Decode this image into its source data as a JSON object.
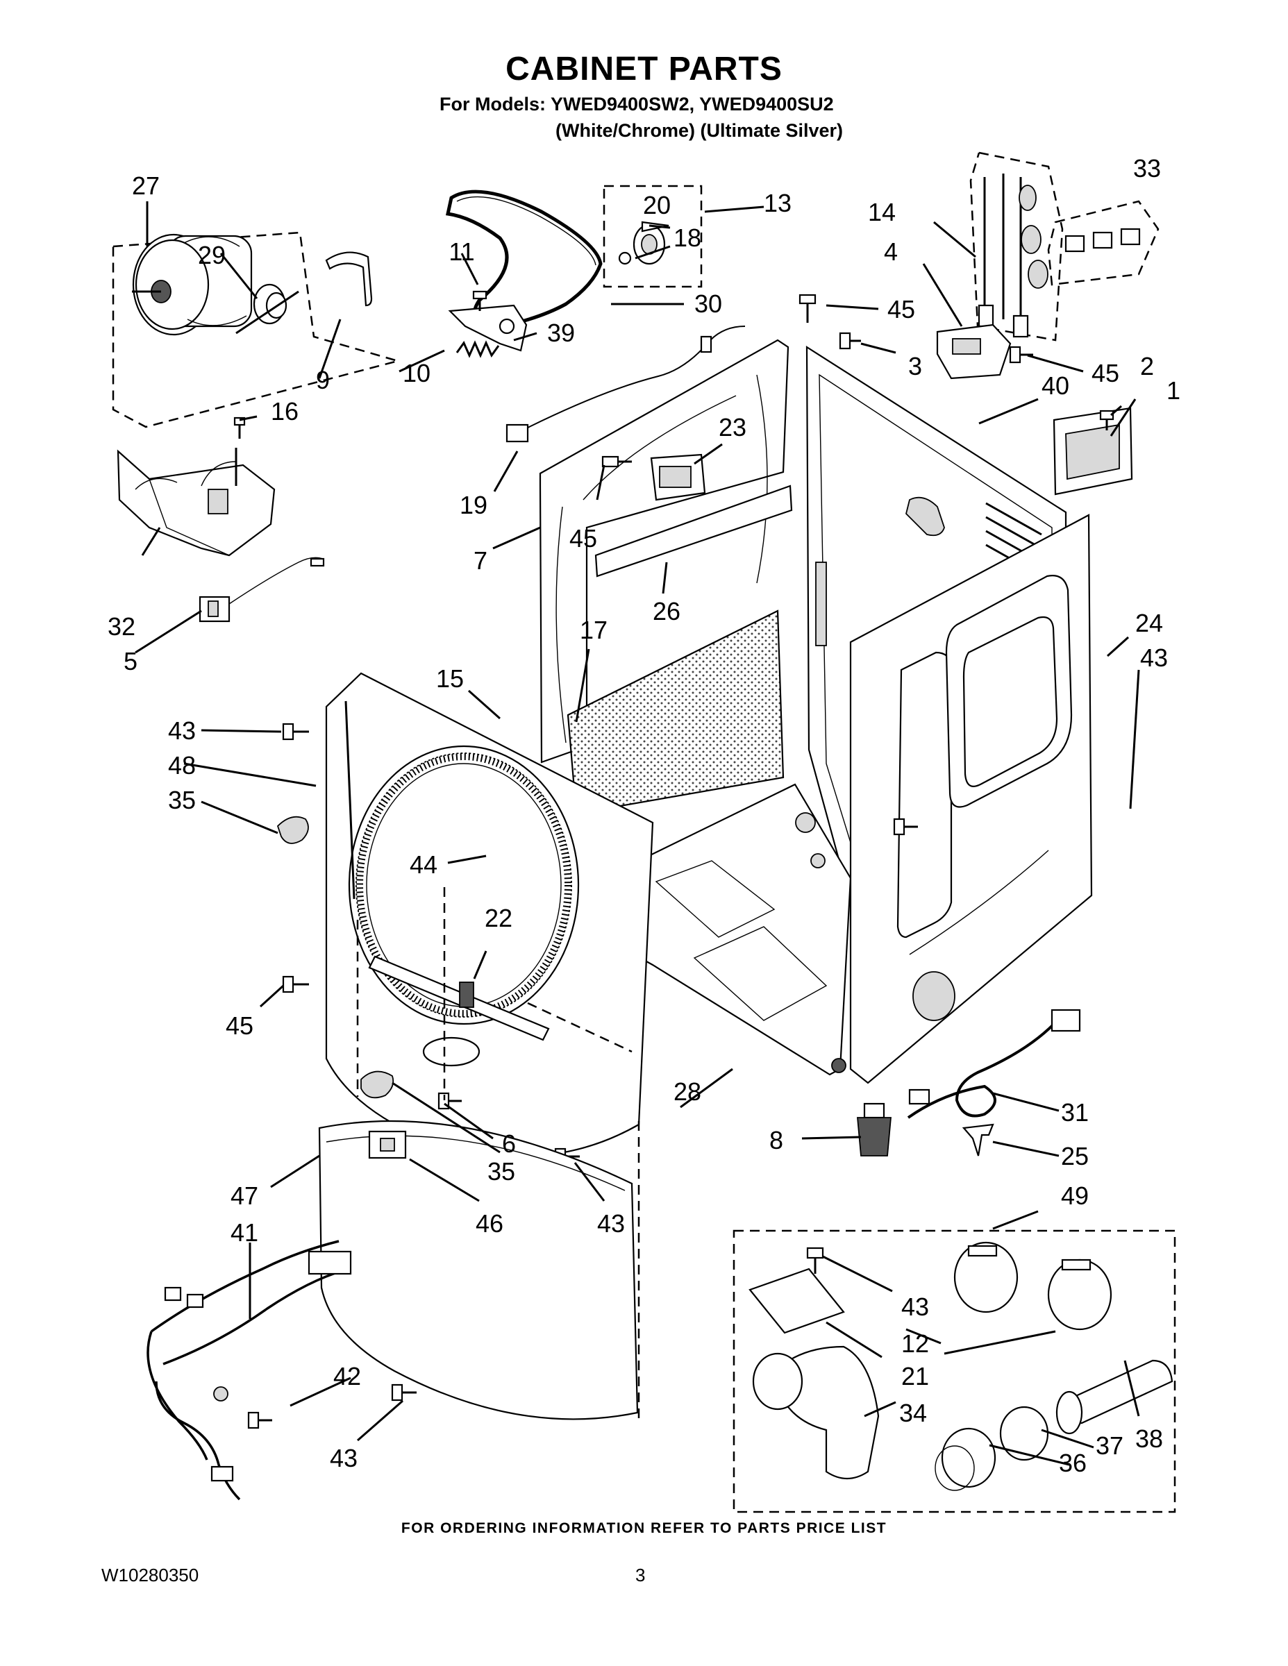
{
  "header": {
    "title": "CABINET PARTS",
    "models_line": "For Models: YWED9400SW2, YWED9400SU2",
    "colors_line": "(White/Chrome) (Ultimate Silver)"
  },
  "callouts": [
    "1",
    "2",
    "3",
    "4",
    "5",
    "6",
    "7",
    "8",
    "9",
    "10",
    "11",
    "12",
    "13",
    "14",
    "15",
    "16",
    "17",
    "18",
    "19",
    "20",
    "21",
    "22",
    "23",
    "24",
    "25",
    "26",
    "27",
    "28",
    "29",
    "30",
    "31",
    "32",
    "33",
    "34",
    "35",
    "36",
    "37",
    "38",
    "39",
    "40",
    "41",
    "42",
    "43",
    "44",
    "45",
    "46",
    "47",
    "48",
    "49"
  ],
  "footer": {
    "ordering_note": "FOR ORDERING INFORMATION REFER TO PARTS PRICE LIST",
    "doc_number": "W10280350",
    "page_number": "3"
  }
}
